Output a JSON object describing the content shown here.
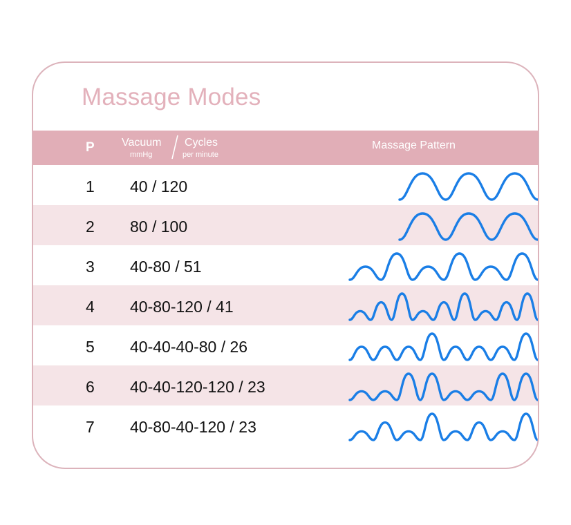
{
  "title": "Massage Modes",
  "header": {
    "p": "P",
    "vacuum": "Vacuum",
    "vacuum_unit": "mmHg",
    "cycles": "Cycles",
    "cycles_unit": "per minute",
    "pattern": "Massage Pattern"
  },
  "colors": {
    "title": "#e3b1bb",
    "header_bg": "#e1aeb7",
    "row_shade": "#f5e4e7",
    "border": "#dcb3bb",
    "wave": "#1a7ee6"
  },
  "modes": [
    {
      "p": "1",
      "value": "40 / 120",
      "pattern": [
        1,
        1,
        1
      ]
    },
    {
      "p": "2",
      "value": "80 / 100",
      "pattern": [
        1,
        1,
        1
      ]
    },
    {
      "p": "3",
      "value": "40-80 / 51",
      "pattern": [
        0.5,
        1,
        0.5,
        1,
        0.5,
        1
      ]
    },
    {
      "p": "4",
      "value": "40-80-120 / 41",
      "pattern": [
        0.33,
        0.67,
        1,
        0.33,
        0.67,
        1,
        0.33,
        0.67,
        1
      ]
    },
    {
      "p": "5",
      "value": "40-40-40-80 / 26",
      "pattern": [
        0.5,
        0.5,
        0.5,
        1,
        0.5,
        0.5,
        0.5,
        1
      ]
    },
    {
      "p": "6",
      "value": "40-40-120-120 / 23",
      "pattern": [
        0.33,
        0.33,
        1,
        1,
        0.33,
        0.33,
        1,
        1
      ]
    },
    {
      "p": "7",
      "value": "40-80-40-120 / 23",
      "pattern": [
        0.33,
        0.67,
        0.33,
        1,
        0.33,
        0.67,
        0.33,
        1
      ]
    }
  ]
}
